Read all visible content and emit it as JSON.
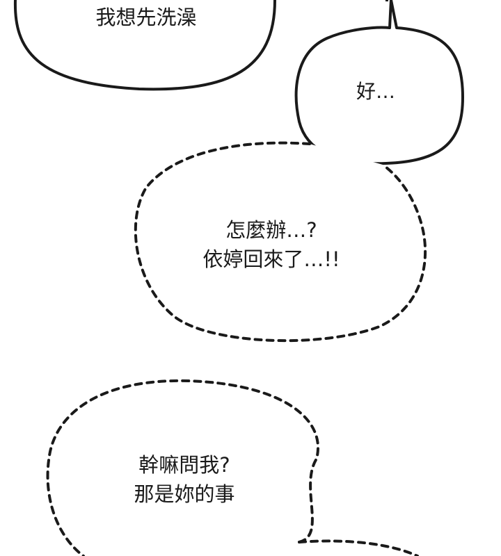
{
  "bubbles": {
    "shower": {
      "text": "我想先洗澡"
    },
    "okay": {
      "text": "好…"
    },
    "worry": {
      "lines": [
        "怎麼辦…?",
        "依婷回來了…!!"
      ]
    },
    "retort": {
      "lines": [
        "幹嘛問我?",
        "那是妳的事"
      ]
    }
  },
  "colors": {
    "ink": "#1a1a1a",
    "paper": "#ffffff"
  }
}
